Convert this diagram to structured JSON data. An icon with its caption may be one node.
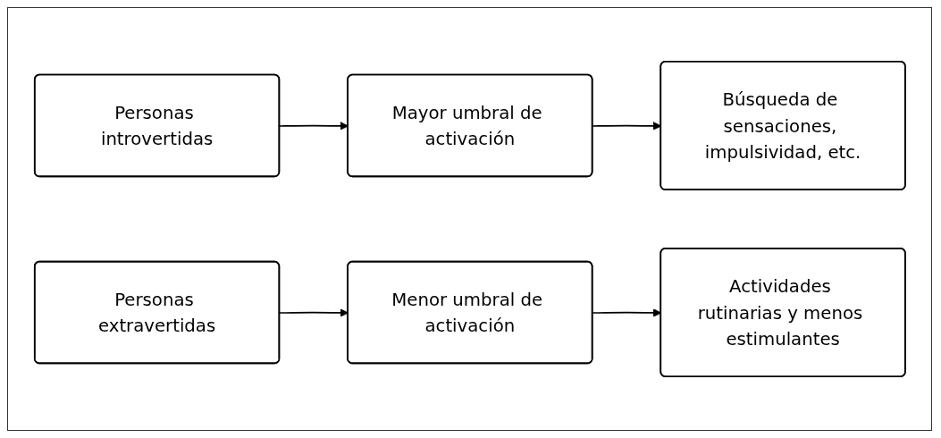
{
  "diagram": {
    "nodes": [
      {
        "text": [
          "Personas introvertidas"
        ]
      },
      {
        "text": [
          "Mayor umbral de activación"
        ]
      },
      {
        "text": [
          "Búsqueda de sensaciones, impulsividad, etc."
        ]
      },
      {
        "text": [
          "Personas extravertidas"
        ]
      },
      {
        "text": [
          "Menor umbral de activación"
        ]
      },
      {
        "text": [
          "Actividades rutinarias y menos estimulantes"
        ]
      }
    ],
    "edges": [
      {
        "from": 0,
        "to": 1,
        "arrow": "to"
      },
      {
        "from": 1,
        "to": 2,
        "arrow": "to"
      },
      {
        "from": 3,
        "to": 4,
        "arrow": "to"
      },
      {
        "from": 4,
        "to": 5,
        "arrow": "to"
      }
    ]
  }
}
